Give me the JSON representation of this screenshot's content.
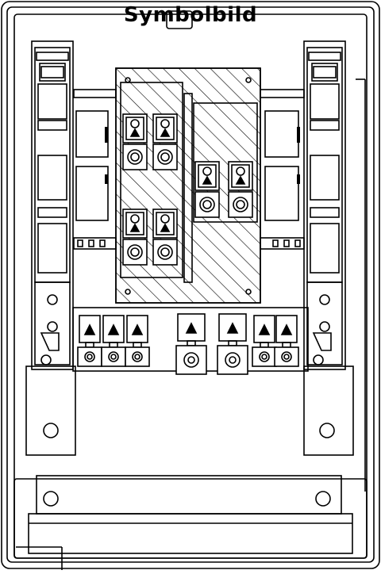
{
  "title": "Symbolbild",
  "colors": {
    "stroke": "#000000",
    "background": "#ffffff",
    "hatch": "#000000"
  },
  "components": {
    "left_fuse_strip": "fuse-switch-disconnector",
    "right_fuse_strip": "fuse-switch-disconnector",
    "center_block": "busbar-connection-block",
    "bottom_terminals": "terminal-row"
  }
}
